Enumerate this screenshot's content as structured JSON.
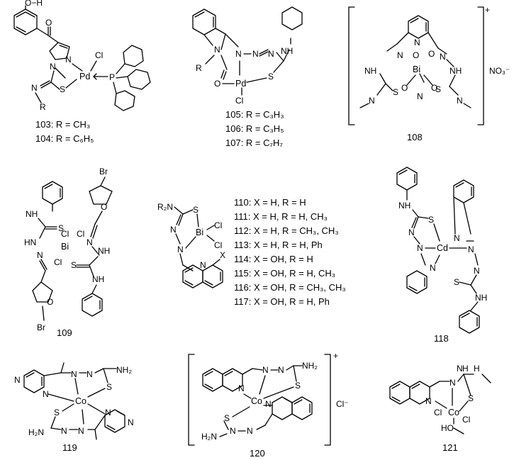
{
  "compounds": {
    "c103_104": {
      "labels": [
        "103: R = CH₃",
        "104: R = C₆H₅"
      ],
      "atoms": {
        "oh": "O−H",
        "o": "O",
        "n1": "N",
        "n2": "N",
        "n3": "N",
        "pd": "Pd",
        "cl": "Cl",
        "p": "P",
        "s": "S",
        "r": "R"
      }
    },
    "c105_107": {
      "labels": [
        "105: R = C₃H₃",
        "106: R = C₃H₅",
        "107: R = C₇H₇"
      ],
      "atoms": {
        "n1": "N",
        "n2": "N",
        "n3": "N",
        "n4": "N",
        "nh": "NH",
        "r": "R",
        "o": "O",
        "pd": "Pd",
        "s": "S",
        "cl": "Cl"
      }
    },
    "c108": {
      "label": "108",
      "charge": "+",
      "counterion": "NO₃⁻",
      "atoms": {
        "n1": "N",
        "n2": "N",
        "nh1": "NH",
        "nh2": "NH",
        "bi": "Bi",
        "o1": "O",
        "o2": "O",
        "o3": "O",
        "o4": "O",
        "no1": "N",
        "no2": "N",
        "s1": "S",
        "s2": "S",
        "n3": "N",
        "n4": "N"
      }
    },
    "c109": {
      "label": "109",
      "atoms": {
        "br1": "Br",
        "br2": "Br",
        "o1": "O",
        "o2": "O",
        "nh1": "NH",
        "nh2": "NH",
        "hn": "HN",
        "n1": "N",
        "n2": "N",
        "bi": "Bi",
        "cl1": "Cl",
        "cl2": "Cl",
        "cl3": "Cl",
        "s1": "S",
        "s2": "S",
        "nh3": "NH"
      }
    },
    "c110_117": {
      "labels": [
        "110: X = H, R = H",
        "111: X = H, R = H, CH₃",
        "112: X = H, R = CH₃, CH₃",
        "113: X = H, R = H, Ph",
        "114: X = OH, R = H",
        "115: X = OH, R = H, CH₃",
        "116: X = OH, R = CH₃, CH₃",
        "117: X = OH, R = H, Ph"
      ],
      "atoms": {
        "r2n": "R₂N",
        "s": "S",
        "n1": "N",
        "n2": "N",
        "bi": "Bi",
        "cl1": "Cl",
        "cl2": "Cl",
        "n3": "N",
        "x": "X"
      }
    },
    "c118": {
      "label": "118",
      "atoms": {
        "nh1": "NH",
        "s1": "S",
        "n1": "N",
        "n2": "N",
        "cd": "Cd",
        "n3": "N",
        "n4": "N",
        "n5": "N",
        "n6": "N",
        "s2": "S",
        "nh2": "NH"
      }
    },
    "c119": {
      "label": "119",
      "atoms": {
        "nh2a": "NH₂",
        "nh2b": "H₂N",
        "n1": "N",
        "n2": "N",
        "n3": "N",
        "n4": "N",
        "n5": "N",
        "n6": "N",
        "n7": "N",
        "n8": "N",
        "co": "Co",
        "s1": "S",
        "s2": "S"
      }
    },
    "c120": {
      "label": "120",
      "charge": "+",
      "counterion": "Cl⁻",
      "atoms": {
        "nh2a": "NH₂",
        "nh2b": "H₂N",
        "n1": "N",
        "n2": "N",
        "n3": "N",
        "n4": "N",
        "n5": "N",
        "n6": "N",
        "co": "Co",
        "s1": "S",
        "s2": "S"
      }
    },
    "c121": {
      "label": "121",
      "atoms": {
        "n1": "N",
        "n2": "N",
        "h1": "H",
        "h2": "H",
        "n3": "N",
        "co": "Co",
        "cl1": "Cl",
        "cl2": "Cl",
        "s": "S",
        "ho": "HO"
      }
    }
  }
}
